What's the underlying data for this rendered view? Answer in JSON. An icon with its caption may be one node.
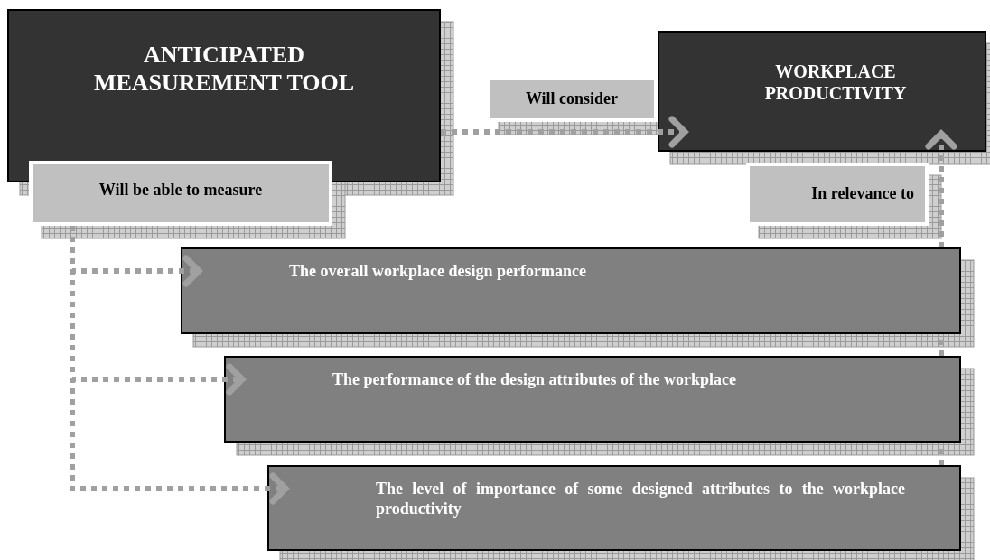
{
  "diagram": {
    "nodes": [
      {
        "text": [
          "ANTICIPATED MEASUREMENT TOOL"
        ]
      },
      {
        "text": [
          "Will be able to measure"
        ]
      },
      {
        "text": [
          "Will consider"
        ]
      },
      {
        "text": [
          "WORKPLACE PRODUCTIVITY"
        ]
      },
      {
        "text": [
          "In relevance to"
        ]
      },
      {
        "text": [
          "The overall workplace design performance"
        ]
      },
      {
        "text": [
          "The performance of the design attributes of the workplace"
        ]
      },
      {
        "text": [
          "The level of importance of some designed attributes to the workplace productivity"
        ]
      }
    ],
    "edges": [
      {
        "from": 0,
        "to": 3,
        "arrow": "to",
        "style": "dashed"
      },
      {
        "from": 1,
        "to": 5,
        "arrow": "to",
        "style": "dashed"
      },
      {
        "from": 1,
        "to": 6,
        "arrow": "to",
        "style": "dashed"
      },
      {
        "from": 1,
        "to": 7,
        "arrow": "to",
        "style": "dashed"
      },
      {
        "from": 5,
        "to": 3,
        "arrow": "to",
        "style": "dashed"
      },
      {
        "from": 6,
        "to": 5,
        "arrow": "none",
        "style": "dashed"
      },
      {
        "from": 7,
        "to": 6,
        "arrow": "none",
        "style": "dashed"
      }
    ]
  }
}
